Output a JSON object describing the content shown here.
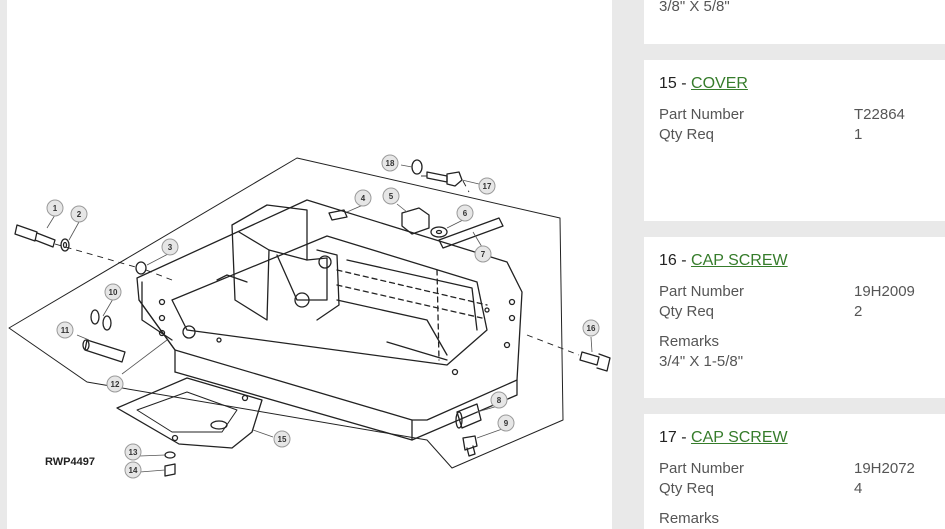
{
  "diagram": {
    "code": "RWP4497",
    "callouts": [
      "1",
      "2",
      "3",
      "4",
      "5",
      "6",
      "7",
      "8",
      "9",
      "10",
      "11",
      "12",
      "13",
      "14",
      "15",
      "16",
      "17",
      "18"
    ]
  },
  "parts": {
    "top_remarks": "3/8\" X 5/8\"",
    "items": [
      {
        "number": "15",
        "separator": " - ",
        "name": "COVER",
        "part_number_label": "Part Number",
        "part_number": "T22864",
        "qty_label": "Qty Req",
        "qty": "1"
      },
      {
        "number": "16",
        "separator": " - ",
        "name": "CAP SCREW",
        "part_number_label": "Part Number",
        "part_number": "19H2009",
        "qty_label": "Qty Req",
        "qty": "2",
        "remarks_label": "Remarks",
        "remarks": "3/4\" X 1-5/8\""
      },
      {
        "number": "17",
        "separator": " - ",
        "name": "CAP SCREW",
        "part_number_label": "Part Number",
        "part_number": "19H2072",
        "qty_label": "Qty Req",
        "qty": "4",
        "remarks_label": "Remarks"
      }
    ]
  },
  "colors": {
    "link": "#367c2b",
    "page_bg": "#e9e9e9",
    "card_bg": "#ffffff"
  }
}
